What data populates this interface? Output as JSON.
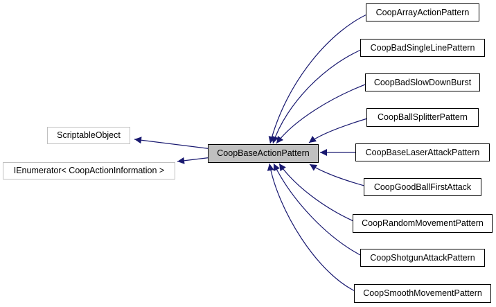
{
  "diagram": {
    "center_node": {
      "label": "CoopBaseActionPattern"
    },
    "base_nodes": [
      {
        "label": "ScriptableObject"
      },
      {
        "label": "IEnumerator< CoopActionInformation >"
      }
    ],
    "derived_nodes": [
      {
        "label": "CoopArrayActionPattern"
      },
      {
        "label": "CoopBadSingleLinePattern"
      },
      {
        "label": "CoopBadSlowDownBurst"
      },
      {
        "label": "CoopBallSplitterPattern"
      },
      {
        "label": "CoopBaseLaserAttackPattern"
      },
      {
        "label": "CoopGoodBallFirstAttack"
      },
      {
        "label": "CoopRandomMovementPattern"
      },
      {
        "label": "CoopShotgunAttackPattern"
      },
      {
        "label": "CoopSmoothMovementPattern"
      }
    ],
    "colors": {
      "arrow": "#191970",
      "center_node_fill": "#c0c0c0",
      "node_fill": "#ffffff",
      "node_border": "#000000",
      "external_node_border": "#c0c0c0",
      "background": "#ffffff",
      "text": "#000000"
    }
  }
}
